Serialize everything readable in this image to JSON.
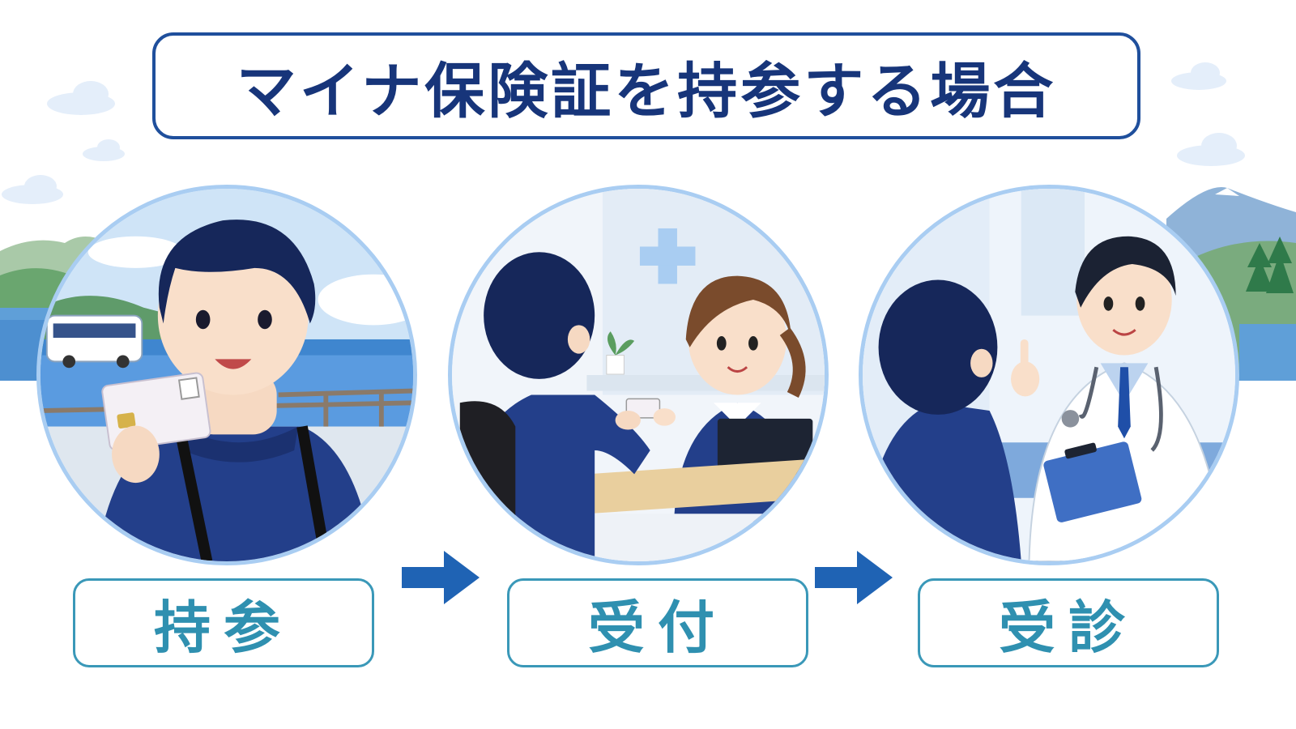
{
  "title": "マイナ保険証を持参する場合",
  "steps": [
    {
      "label": "持参",
      "scene_icon": "patient-holding-card-icon"
    },
    {
      "label": "受付",
      "scene_icon": "reception-card-handover-icon"
    },
    {
      "label": "受診",
      "scene_icon": "doctor-consultation-icon"
    }
  ],
  "colors": {
    "title_text": "#17357a",
    "title_border": "#1f4f9c",
    "step_text": "#2f90b0",
    "step_border": "#3a98b8",
    "arrow": "#1f63b4",
    "circle_border": "#a9cdf2"
  }
}
